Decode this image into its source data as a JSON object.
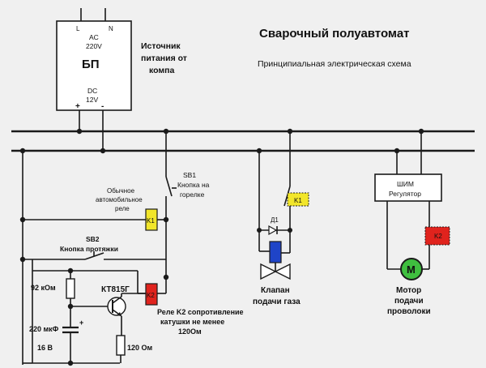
{
  "title": "Сварочный полуавтомат",
  "subtitle": "Принципиальная электрическая схема",
  "psu": {
    "L": "L",
    "N": "N",
    "ac": "AC",
    "ac_v": "220V",
    "name": "БП",
    "dc": "DC",
    "dc_v": "12V",
    "plus": "+",
    "minus": "-",
    "caption1": "Источник",
    "caption2": "питания от",
    "caption3": "компа"
  },
  "sb1": {
    "id": "SB1",
    "desc1": "Кнопка на",
    "desc2": "горелке"
  },
  "relay_k1_left": {
    "label": "K1",
    "desc1": "Обычное",
    "desc2": "автомобильное",
    "desc3": "реле"
  },
  "sb2": {
    "id": "SB2",
    "desc": "Кнопка протяжки"
  },
  "resistor_top": {
    "label": "92 кОм"
  },
  "transistor": {
    "label": "КТ815Г"
  },
  "relay_k2": {
    "label": "K2",
    "desc1": "Реле K2 сопротивление",
    "desc2": "катушки не менее",
    "desc3": "120Ом"
  },
  "capacitor": {
    "label1": "220 мкФ",
    "label2": "16 В",
    "plus": "+"
  },
  "resistor_bottom": {
    "label": "120 Ом"
  },
  "diode": {
    "label": "Д1"
  },
  "k1_contact": {
    "label": "K1"
  },
  "gas_valve": {
    "label1": "Клапан",
    "label2": "подачи газа"
  },
  "pwm": {
    "line1": "ШИМ",
    "line2": "Регулятор"
  },
  "k2_contact": {
    "label": "K2"
  },
  "motor": {
    "symbol": "M",
    "label1": "Мотор",
    "label2": "подачи",
    "label3": "проволоки"
  },
  "colors": {
    "relay_yellow": "#f2e62a",
    "relay_red": "#e0231d",
    "valve_blue": "#1f44c8",
    "motor_green": "#3fbf3f"
  }
}
